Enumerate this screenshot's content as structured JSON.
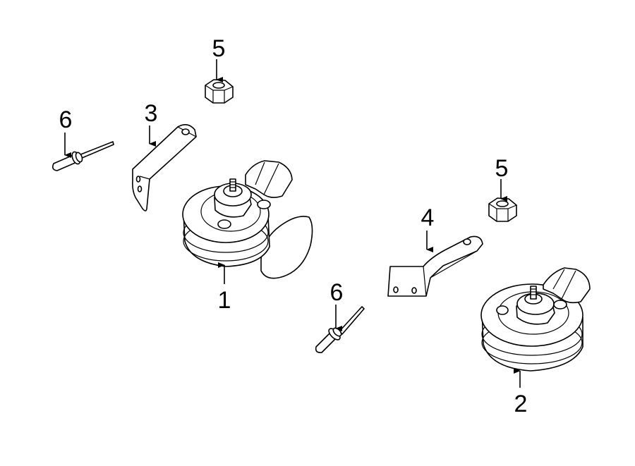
{
  "diagram": {
    "background_color": "#ffffff",
    "line_color": "#000000",
    "callouts": [
      {
        "id": "horn-left",
        "label": "1"
      },
      {
        "id": "horn-right",
        "label": "2"
      },
      {
        "id": "bracket-left",
        "label": "3"
      },
      {
        "id": "bracket-right",
        "label": "4"
      },
      {
        "id": "nut-top",
        "label": "5"
      },
      {
        "id": "nut-right",
        "label": "5"
      },
      {
        "id": "rivet-left",
        "label": "6"
      },
      {
        "id": "rivet-center",
        "label": "6"
      }
    ]
  }
}
